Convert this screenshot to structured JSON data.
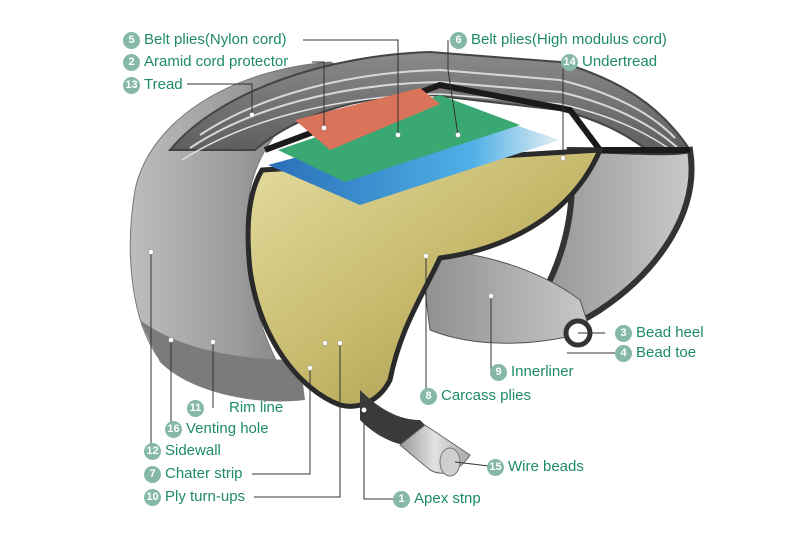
{
  "labels": [
    {
      "id": "belt-nylon",
      "num": "5",
      "text": "Belt plies(Nylon cord)"
    },
    {
      "id": "aramid",
      "num": "2",
      "text": "Aramid cord protector"
    },
    {
      "id": "tread",
      "num": "13",
      "text": "Tread"
    },
    {
      "id": "belt-high",
      "num": "6",
      "text": "Belt plies(High modulus cord)"
    },
    {
      "id": "undertread",
      "num": "14",
      "text": "Undertread"
    },
    {
      "id": "bead-heel",
      "num": "3",
      "text": "Bead heel"
    },
    {
      "id": "bead-toe",
      "num": "4",
      "text": "Bead toe"
    },
    {
      "id": "innerliner",
      "num": "9",
      "text": "Innerliner"
    },
    {
      "id": "carcass",
      "num": "8",
      "text": "Carcass plies"
    },
    {
      "id": "rim-line",
      "num": "11",
      "text": "Rim line"
    },
    {
      "id": "venting-hole",
      "num": "16",
      "text": "Venting hole"
    },
    {
      "id": "sidewall",
      "num": "12",
      "text": "Sidewall"
    },
    {
      "id": "chater-strip",
      "num": "7",
      "text": "Chater strip"
    },
    {
      "id": "ply-turnups",
      "num": "10",
      "text": "Ply turn-ups"
    },
    {
      "id": "apex",
      "num": "1",
      "text": "Apex stnp"
    },
    {
      "id": "wire-beads",
      "num": "15",
      "text": "Wire beads"
    }
  ],
  "colors": {
    "label_text": "#1e8a6a",
    "badge": "#86b8a8",
    "tire_dark": "#3a3a3a",
    "tire_gray": "#8f8f8f",
    "carcass": "#c4b86a",
    "belt_orange": "#d9735a",
    "belt_green": "#3aa872",
    "belt_blue": "#2f8ccf"
  }
}
